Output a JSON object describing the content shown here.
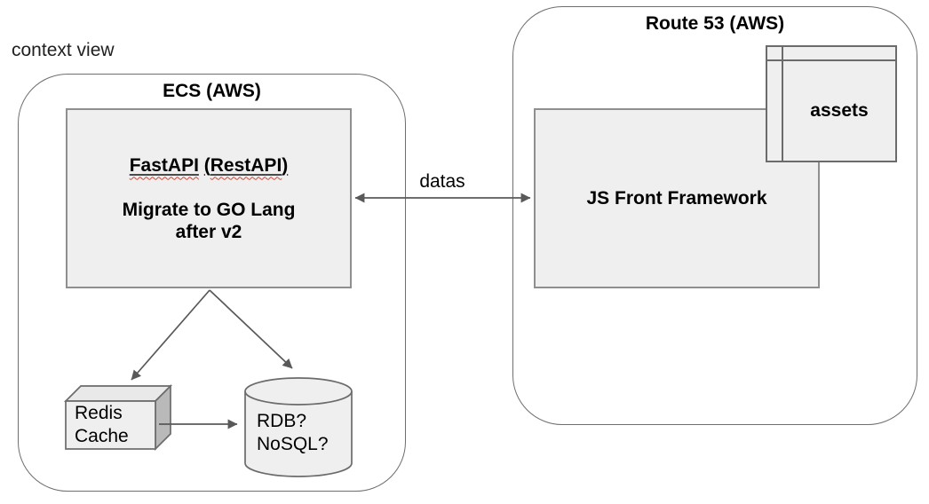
{
  "page": {
    "context_view_label": "context view"
  },
  "colors": {
    "text": "#000000",
    "node_fill": "#efefef",
    "node_border": "#8f8f8f",
    "container_border": "#6e6e6e",
    "shape_border": "#6b6b6b",
    "cube_top": "#e9e9e9",
    "cube_right": "#b9b9b9",
    "arrow": "#595959",
    "underline": "#4a4a4a",
    "squiggle": "#cf4437"
  },
  "ecs": {
    "title": "ECS (AWS)",
    "fastapi": {
      "word1": "FastAPI",
      "paren_open": "(",
      "word2": "RestAPI",
      "paren_close": ")",
      "note_line1": "Migrate to GO Lang",
      "note_line2": "after v2"
    },
    "redis": {
      "line1": "Redis",
      "line2": "Cache"
    },
    "db": {
      "line1": "RDB?",
      "line2": "NoSQL?"
    }
  },
  "route53": {
    "title": "Route 53 (AWS)",
    "js_label": "JS Front Framework",
    "assets_label": "assets"
  },
  "connections": {
    "datas_label": "datas"
  }
}
